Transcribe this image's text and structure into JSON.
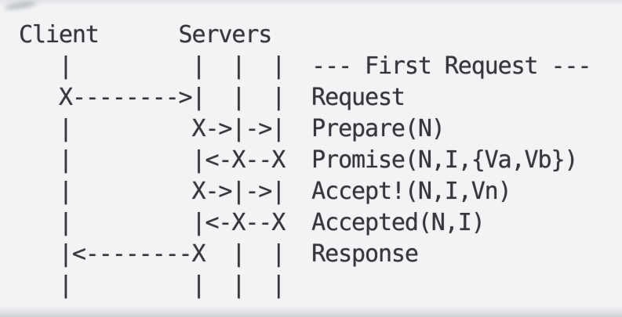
{
  "page": {
    "background_color": "#f2f3f5",
    "text_color": "#35373b"
  },
  "diagram": {
    "kind": "ascii-sequence-diagram",
    "actors": {
      "client": "Client",
      "servers": "Servers"
    },
    "phase_label": "--- First Request ---",
    "message_labels": [
      "Request",
      "Prepare(N)",
      "Promise(N,I,{Va,Vb})",
      "Accept!(N,I,Vn)",
      "Accepted(N,I)",
      "Response"
    ],
    "lines": [
      "Client      Servers",
      "   |         |  |  |  --- First Request ---",
      "   X-------->|  |  |  Request",
      "   |         X->|->|  Prepare(N)",
      "   |         |<-X--X  Promise(N,I,{Va,Vb})",
      "   |         X->|->|  Accept!(N,I,Vn)",
      "   |         |<-X--X  Accepted(N,I)",
      "   |<--------X  |  |  Response",
      "   |         |  |  |"
    ]
  }
}
